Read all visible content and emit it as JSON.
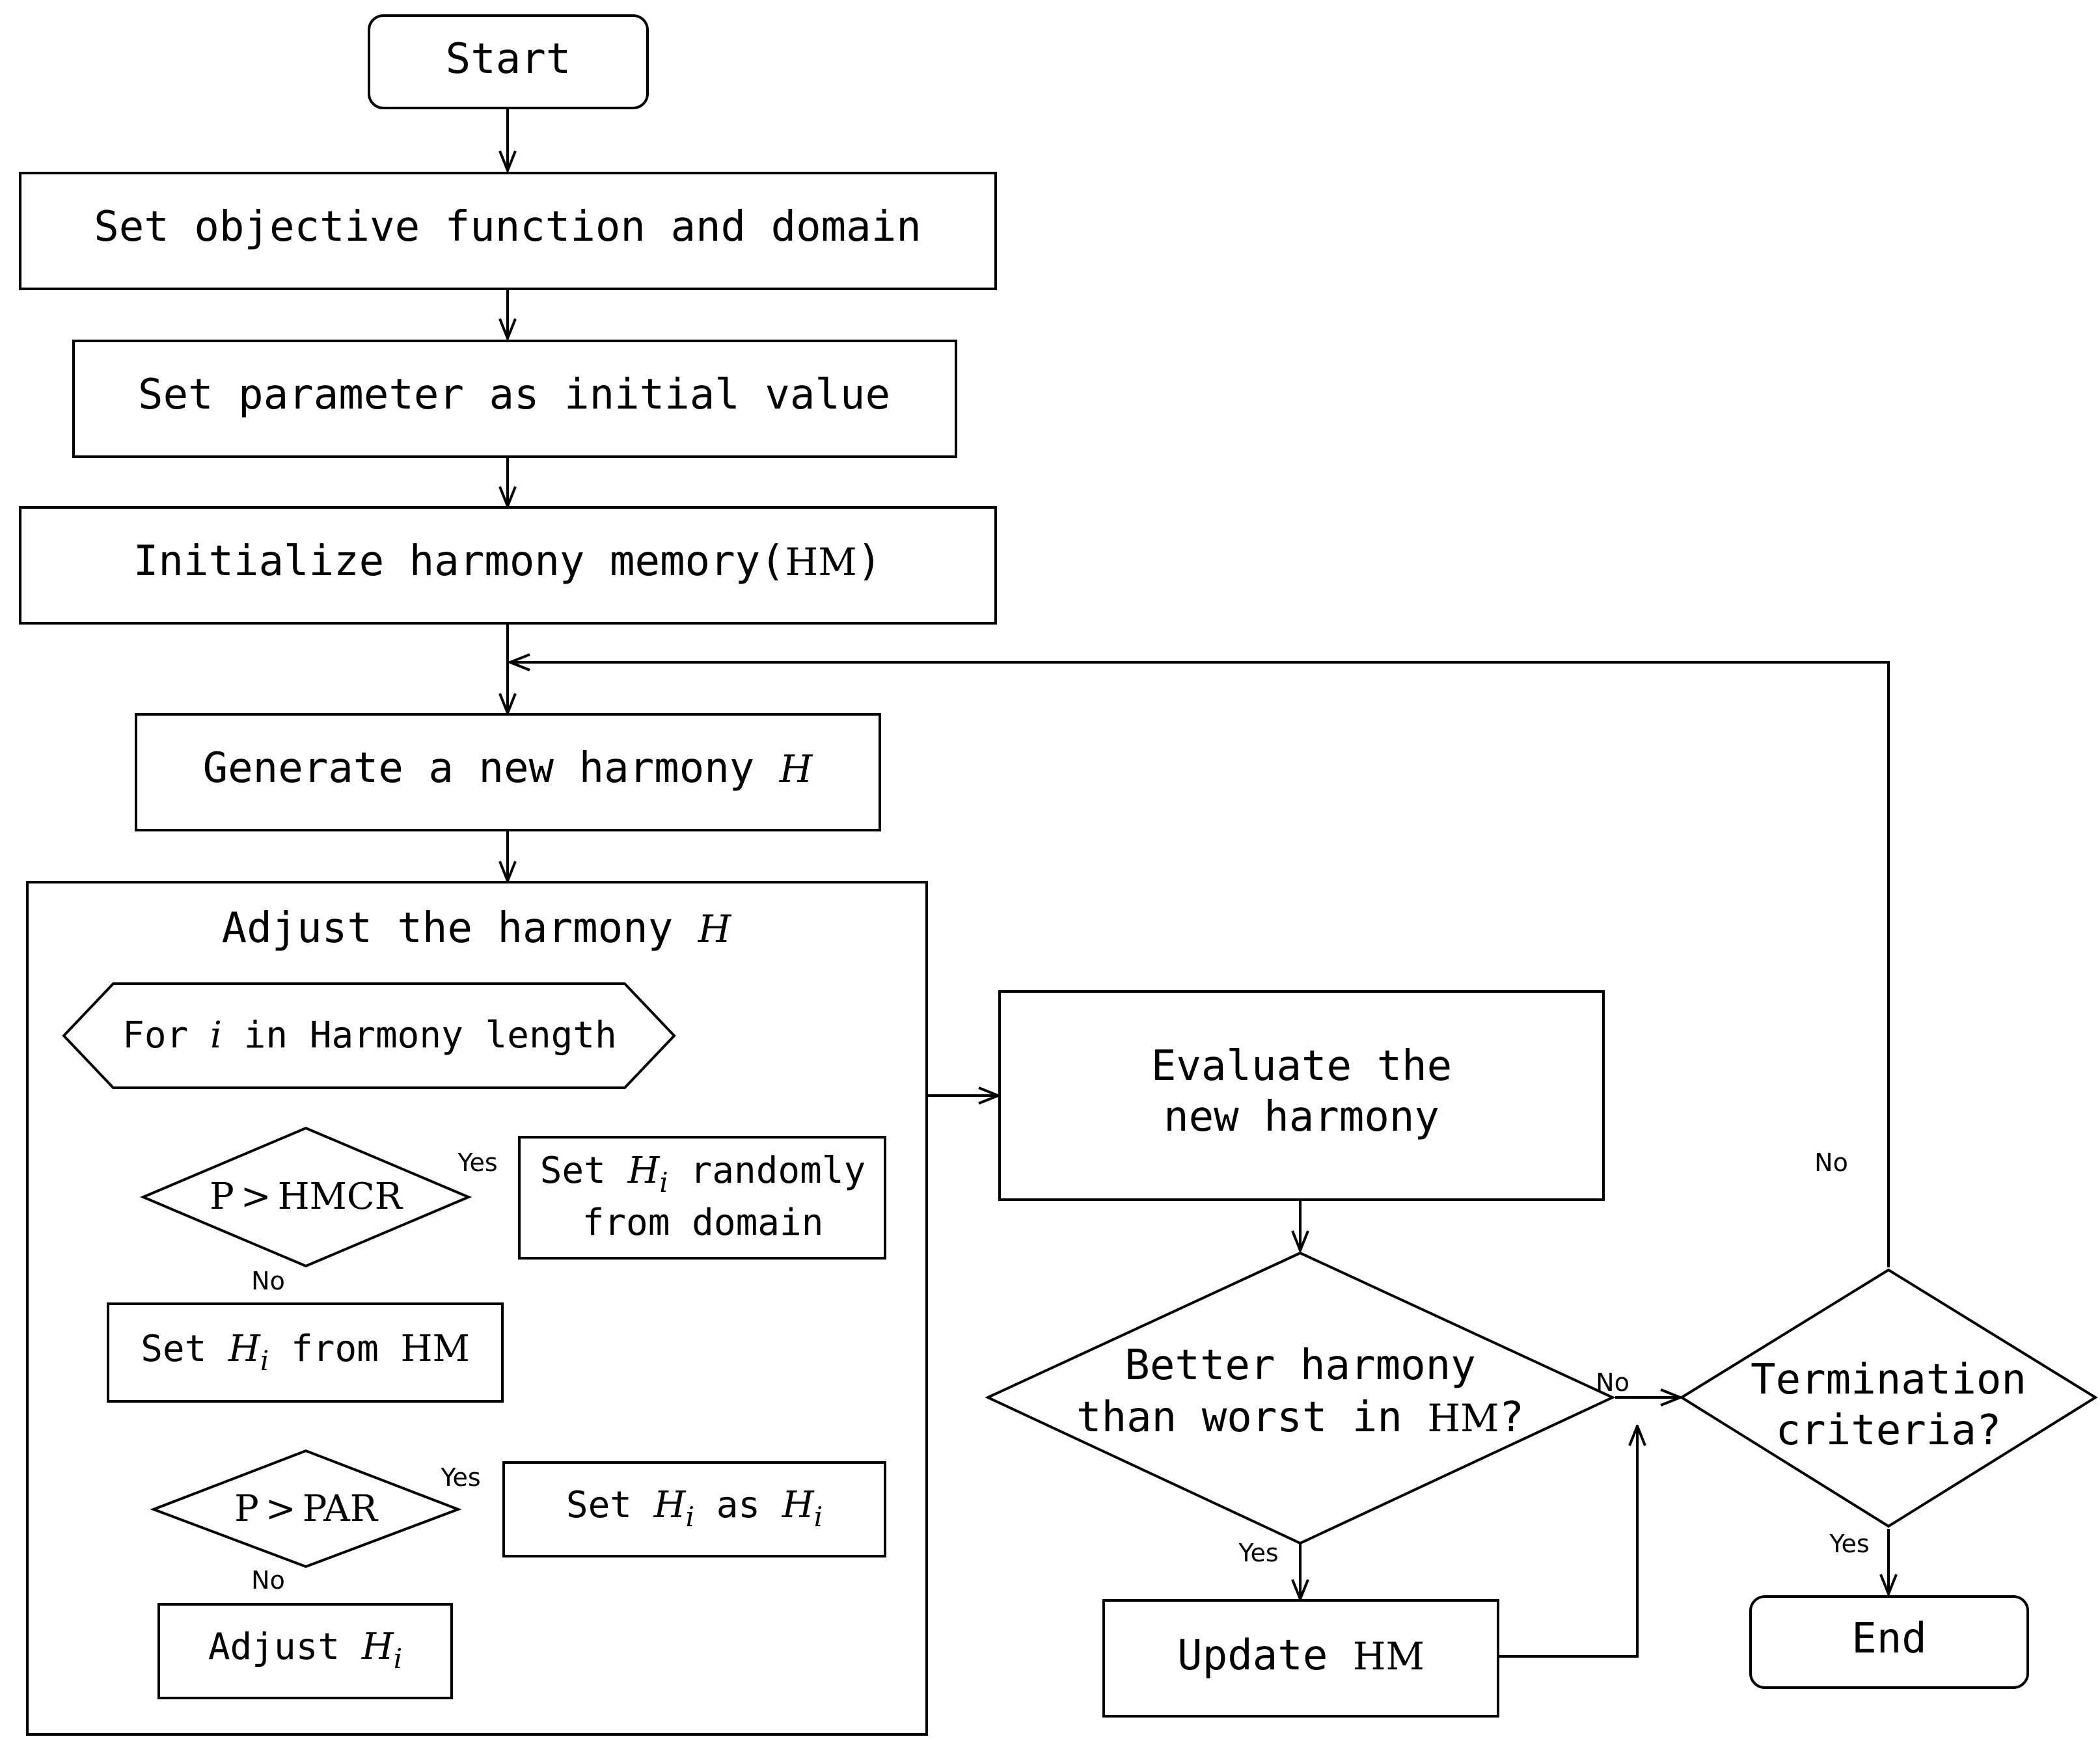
{
  "nodes": {
    "start": "Start",
    "set_objective": "Set objective function and domain",
    "set_parameter": "Set parameter as initial value",
    "init_hm": {
      "text": "Initialize harmony memory(",
      "math": "HM",
      "close": ")"
    },
    "generate": {
      "text": "Generate a new harmony ",
      "var": "H"
    },
    "adjust_group": {
      "text": "Adjust the harmony ",
      "var": "H"
    },
    "for_loop": {
      "prefix": "For ",
      "var": "i",
      "suffix": " in Harmony length"
    },
    "hmcr_decision": {
      "lhs": "P",
      "op": ">",
      "rhs": "HMCR"
    },
    "set_random": {
      "line1_prefix": "Set ",
      "var": "H",
      "sub": "i",
      "line1_suffix": " randomly",
      "line2": "from domain"
    },
    "set_from_hm": {
      "prefix": "Set ",
      "var": "H",
      "sub": "i",
      "suffix": " from ",
      "math": "HM"
    },
    "par_decision": {
      "lhs": "P",
      "op": ">",
      "rhs": "PAR"
    },
    "set_as": {
      "prefix": "Set ",
      "var": "H",
      "sub": "i",
      "mid": " as ",
      "var2": "H",
      "sub2": "i"
    },
    "adjust_hi": {
      "prefix": "Adjust ",
      "var": "H",
      "sub": "i"
    },
    "evaluate": {
      "line1": "Evaluate the",
      "line2": "new harmony"
    },
    "better_decision": {
      "line1": "Better harmony",
      "line2_prefix": "than worst in ",
      "math": "HM",
      "line2_suffix": "?"
    },
    "update_hm": {
      "prefix": "Update ",
      "math": "HM"
    },
    "termination": {
      "line1": "Termination",
      "line2": "criteria?"
    },
    "end": "End"
  },
  "edge_labels": {
    "hmcr_yes": "Yes",
    "hmcr_no": "No",
    "par_yes": "Yes",
    "par_no": "No",
    "better_no": "No",
    "better_yes": "Yes",
    "term_no": "No",
    "term_yes": "Yes"
  }
}
